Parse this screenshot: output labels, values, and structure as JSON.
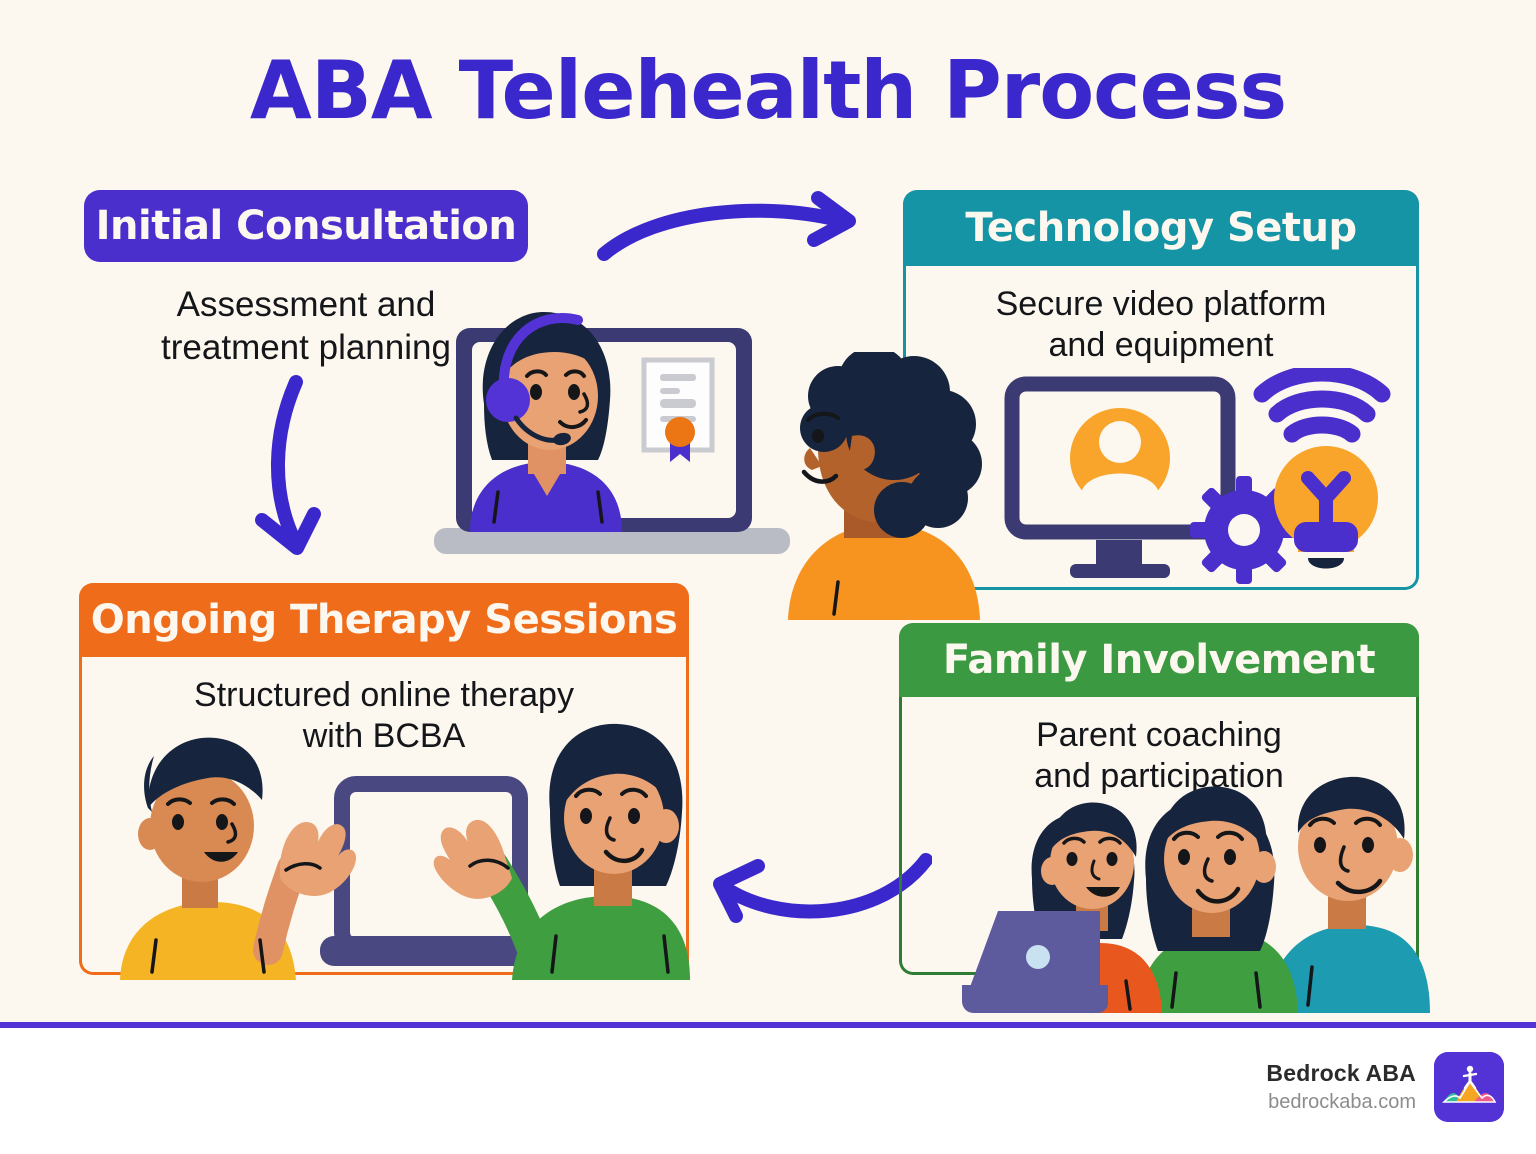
{
  "page": {
    "title": "ABA Telehealth Process",
    "background_color": "#fdf8ef",
    "title_color": "#3b28cc"
  },
  "cards": [
    {
      "id": "initial",
      "title": "Initial Consultation",
      "description": "Assessment and\ntreatment planning",
      "desc_line1": "Assessment and",
      "desc_line2": "treatment planning",
      "accent_color": "#4a2fcc",
      "illustration": "therapist-with-headset-laptop-certificate"
    },
    {
      "id": "tech",
      "title": "Technology Setup",
      "desc_line1": "Secure video platform",
      "desc_line2": "and equipment",
      "accent_color": "#1594a6",
      "illustration": "monitor-gear-wifi-lightbulb"
    },
    {
      "id": "ongoing",
      "title": "Ongoing Therapy Sessions",
      "desc_line1": "Structured online therapy",
      "desc_line2": "with BCBA",
      "accent_color": "#ef6c1a",
      "illustration": "child-and-therapist-waving-over-laptop"
    },
    {
      "id": "family",
      "title": "Family Involvement",
      "desc_line1": "Parent coaching",
      "desc_line2": "and participation",
      "accent_color": "#3b9a41",
      "illustration": "family-of-three-with-laptop"
    }
  ],
  "arrows": [
    {
      "name": "arrow-initial-to-tech",
      "direction": "right",
      "color": "#3b28cc"
    },
    {
      "name": "arrow-initial-to-ongoing",
      "direction": "down",
      "color": "#3b28cc"
    },
    {
      "name": "arrow-family-to-ongoing",
      "direction": "left",
      "color": "#3b28cc"
    }
  ],
  "footer": {
    "brand_name": "Bedrock ABA",
    "brand_url": "bedrockaba.com",
    "logo_background": "#5433d6",
    "divider_color": "#5433d6"
  }
}
